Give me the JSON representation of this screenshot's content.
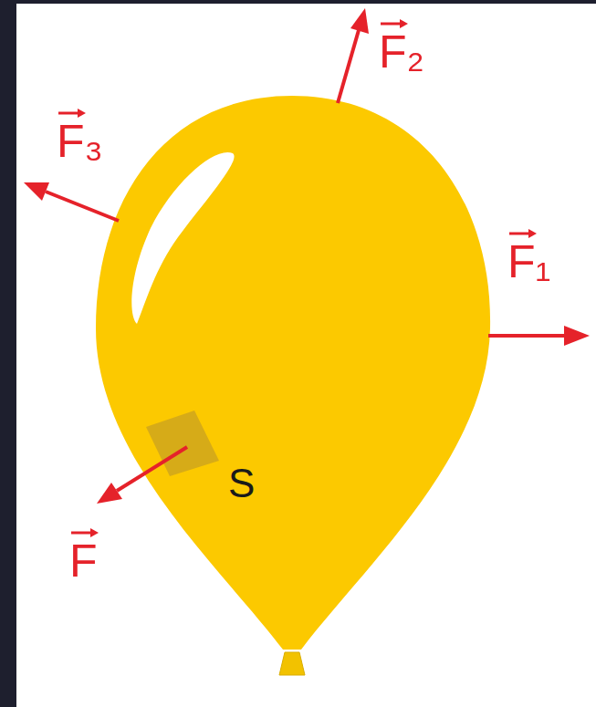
{
  "diagram": {
    "labels": [
      "F₂",
      "F₃",
      "F₁",
      "S",
      "F"
    ]
  }
}
